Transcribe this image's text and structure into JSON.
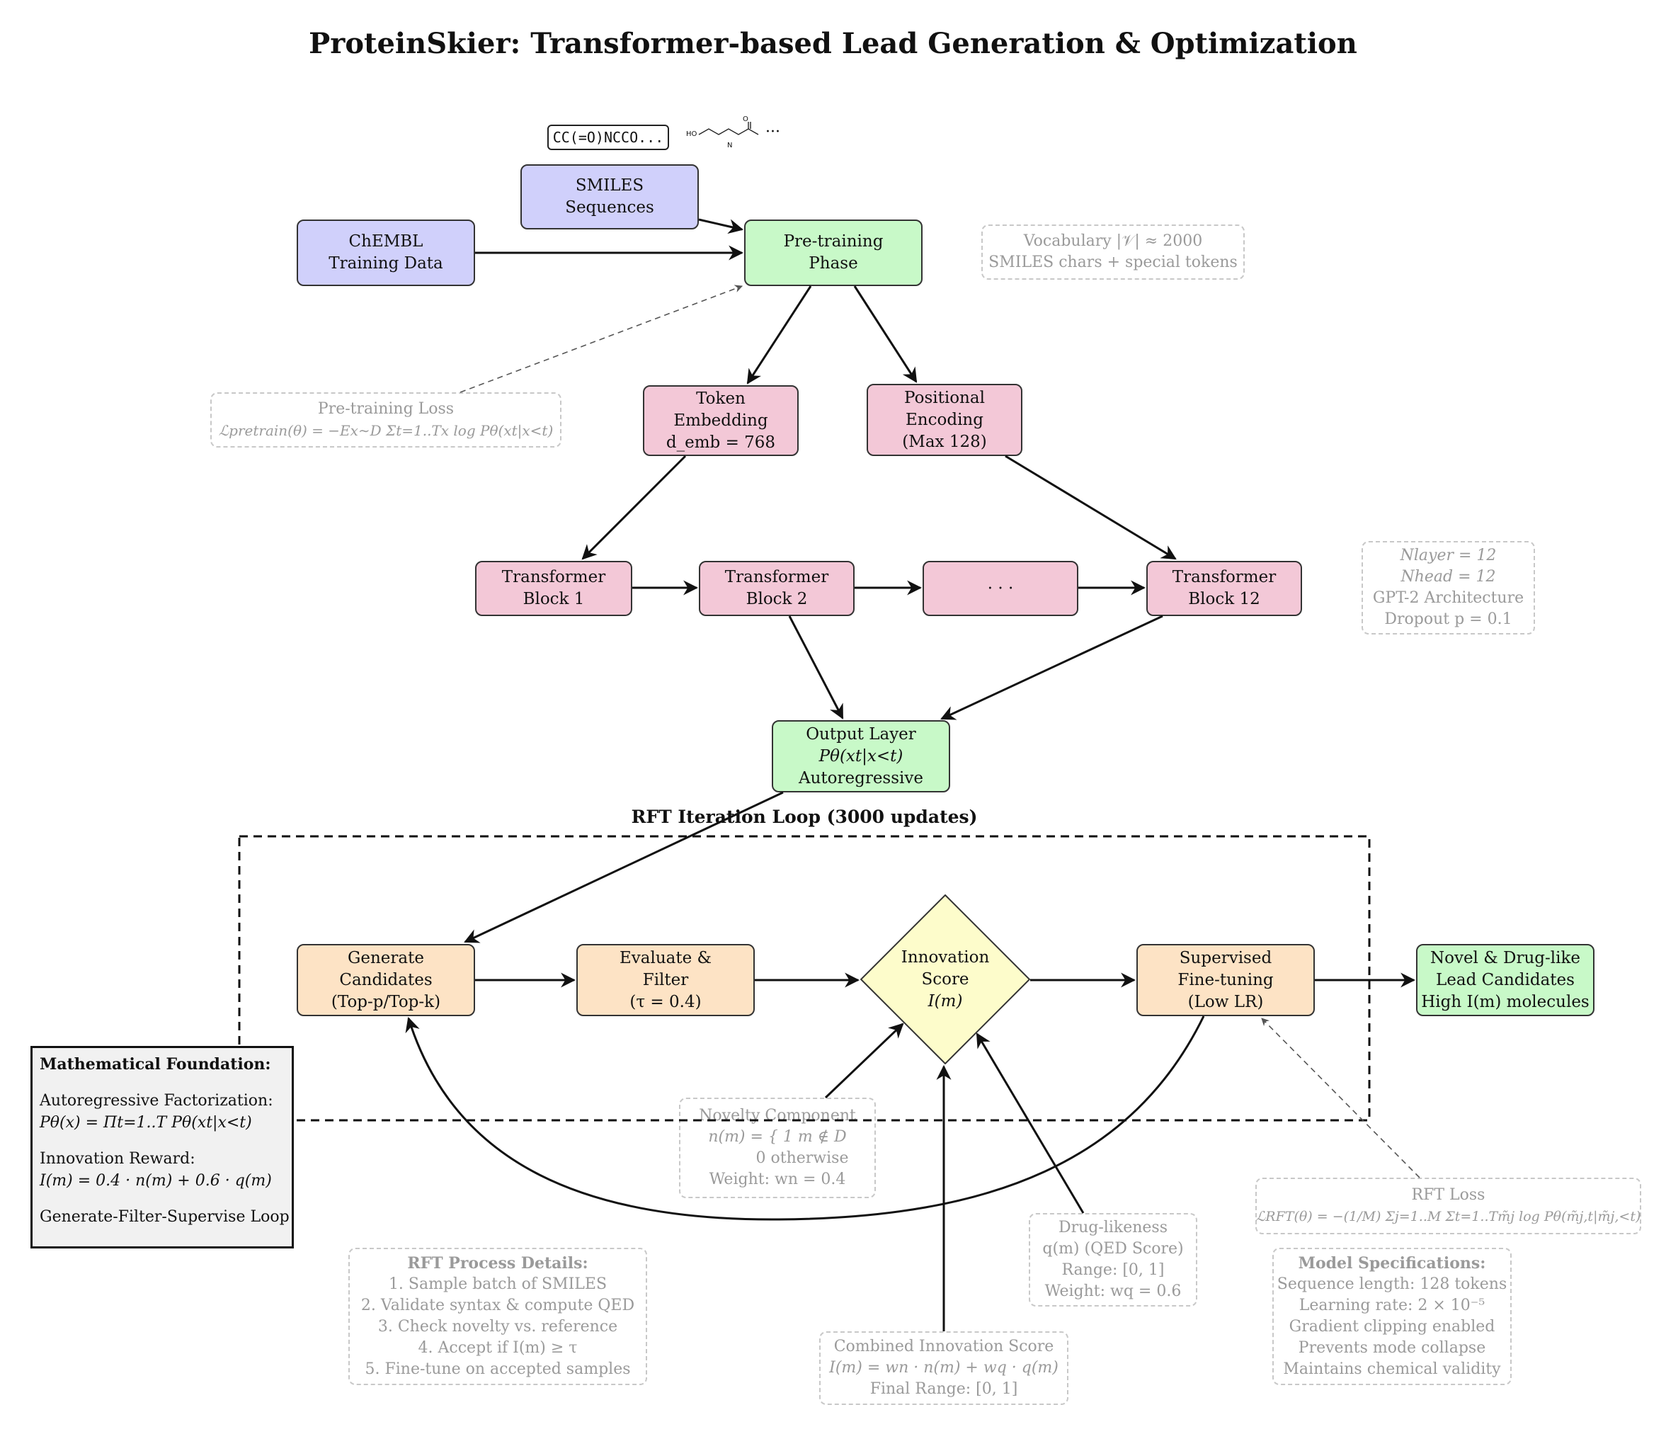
{
  "title": "ProteinSkier: Transformer-based Lead Generation & Optimization",
  "smiles_example": {
    "code": "CC(=O)NCCO...",
    "ellipsis": "···",
    "molecule_atoms": {
      "ho": "HO",
      "o": "O",
      "nh": "H\nN"
    }
  },
  "nodes": {
    "smiles": [
      "SMILES",
      "Sequences"
    ],
    "chembl": [
      "ChEMBL",
      "Training Data"
    ],
    "pretraining": [
      "Pre-training",
      "Phase"
    ],
    "token_embedding": [
      "Token",
      "Embedding",
      "d_emb = 768"
    ],
    "positional_encoding": [
      "Positional",
      "Encoding",
      "(Max 128)"
    ],
    "block1": [
      "Transformer",
      "Block 1"
    ],
    "block2": [
      "Transformer",
      "Block 2"
    ],
    "block_dots": [
      "· · ·"
    ],
    "block12": [
      "Transformer",
      "Block 12"
    ],
    "output_layer": [
      "Output Layer",
      "Pθ(xt|x<t)",
      "Autoregressive"
    ],
    "generate": [
      "Generate",
      "Candidates",
      "(Top-p/Top-k)"
    ],
    "evaluate": [
      "Evaluate &",
      "Filter",
      "(τ = 0.4)"
    ],
    "innovation": [
      "Innovation",
      "Score",
      "I(m)"
    ],
    "supervised": [
      "Supervised",
      "Fine-tuning",
      "(Low LR)"
    ],
    "novel": [
      "Novel & Drug-like",
      "Lead Candidates",
      "High I(m) molecules"
    ]
  },
  "notes": {
    "vocabulary": [
      "Vocabulary |𝒱| ≈ 2000",
      "SMILES chars + special tokens"
    ],
    "pretrain_loss": [
      "Pre-training Loss",
      "ℒpretrain(θ) = −Ex∼D Σt=1..Tx log Pθ(xt|x<t)"
    ],
    "architecture": [
      "Nlayer = 12",
      "Nhead = 12",
      "GPT-2 Architecture",
      "Dropout p = 0.1"
    ],
    "novelty": [
      "Novelty Component",
      "n(m) = { 1  m ∉ D",
      "0  otherwise",
      "Weight: wn = 0.4"
    ],
    "drug_likeness": [
      "Drug-likeness",
      "q(m) (QED Score)",
      "Range: [0, 1]",
      "Weight: wq = 0.6"
    ],
    "rft_loss": [
      "RFT Loss",
      "ℒRFT(θ) = −(1/M) Σj=1..M Σt=1..Tm̃j log Pθ(m̃j,t|m̃j,<t)"
    ],
    "rft_process_title": "RFT Process Details:",
    "rft_process": [
      "1. Sample batch of SMILES",
      "2. Validate syntax & compute QED",
      "3. Check novelty vs. reference",
      "4. Accept if I(m) ≥ τ",
      "5. Fine-tune on accepted samples"
    ],
    "combined": [
      "Combined Innovation Score",
      "I(m) = wn · n(m) + wq · q(m)",
      "Final Range: [0, 1]"
    ],
    "model_specs_title": "Model Specifications:",
    "model_specs": [
      "Sequence length: 128 tokens",
      "Learning rate: 2 × 10⁻⁵",
      "Gradient clipping enabled",
      "Prevents mode collapse",
      "Maintains chemical validity"
    ]
  },
  "loop_label": "RFT Iteration Loop (3000 updates)",
  "math_foundation": {
    "title": "Mathematical Foundation:",
    "factorization_label": "Autoregressive Factorization:",
    "factorization": "Pθ(x) = Πt=1..T Pθ(xt|x<t)",
    "reward_label": "Innovation Reward:",
    "reward": "I(m) = 0.4 · n(m) + 0.6 · q(m)",
    "loop": "Generate-Filter-Supervise Loop"
  },
  "colors": {
    "data_blue": "#d0d0fb",
    "phase_green": "#c8f9c8",
    "transformer_pink": "#f3c8d7",
    "rft_orange": "#fde3c5",
    "score_yellow": "#fdfccb",
    "note_gray": "#9a9a9a",
    "math_bg": "#f1f1f1"
  }
}
